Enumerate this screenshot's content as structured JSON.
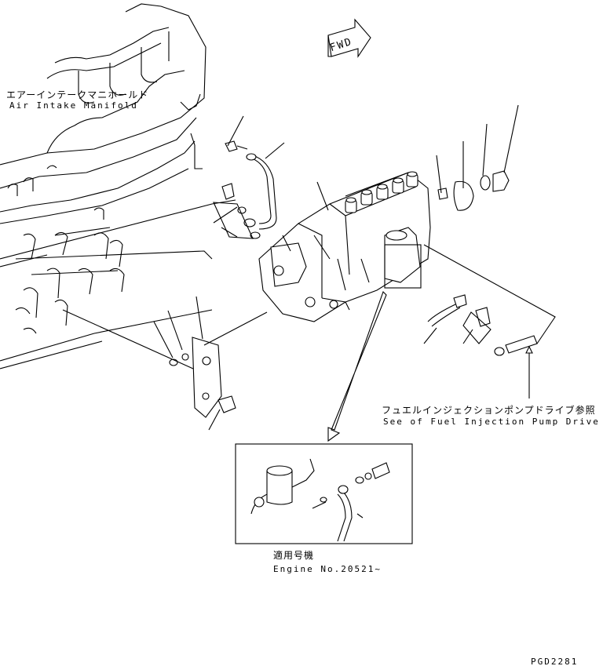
{
  "labels": {
    "manifold_jp": "エアーインテークマニホールド",
    "manifold_en": "Air Intake Manifold",
    "fwd": "FWD",
    "pump_drive_jp": "フュエルインジェクションポンプドライブ参照",
    "pump_drive_en": "See of Fuel Injection Pump Drive",
    "applicable_jp": "適用号機",
    "engine_no": "Engine No.20521~",
    "drawing_code": "PGD2281"
  }
}
